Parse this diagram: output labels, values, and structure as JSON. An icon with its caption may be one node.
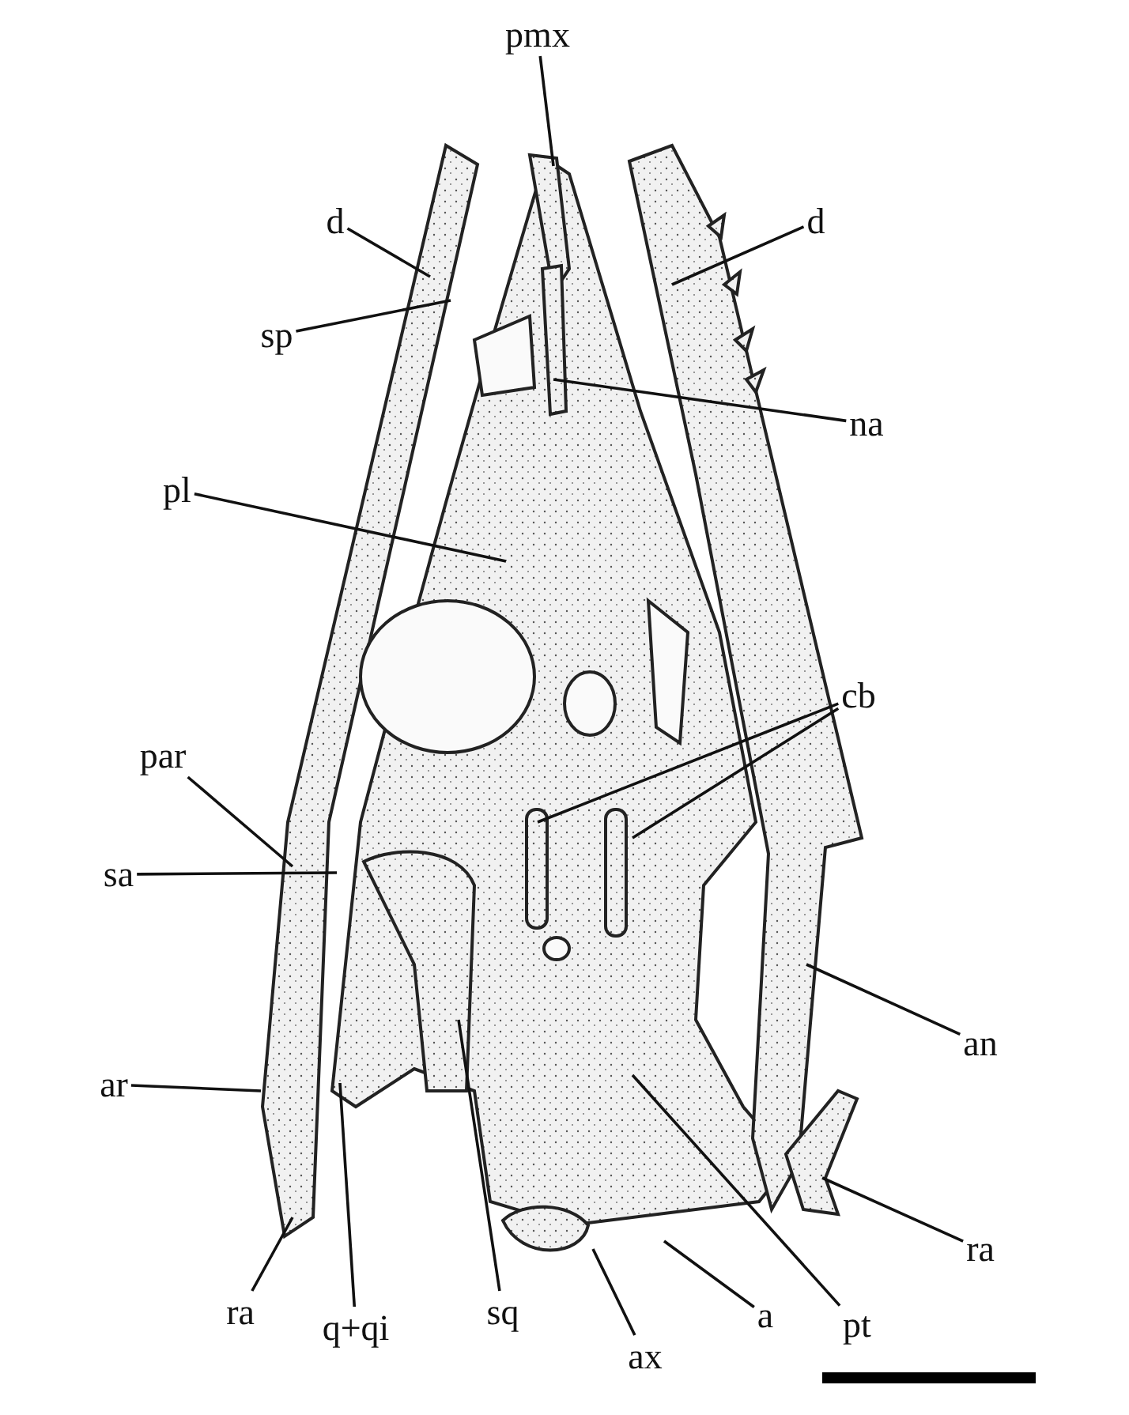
{
  "diagram": {
    "nodes": [
      {
        "text": [
          "pmx"
        ]
      },
      {
        "text": [
          "d"
        ]
      },
      {
        "text": [
          "d"
        ]
      },
      {
        "text": [
          "sp"
        ]
      },
      {
        "text": [
          "na"
        ]
      },
      {
        "text": [
          "pl"
        ]
      },
      {
        "text": [
          "cb"
        ]
      },
      {
        "text": [
          "par"
        ]
      },
      {
        "text": [
          "sa"
        ]
      },
      {
        "text": [
          "an"
        ]
      },
      {
        "text": [
          "ar"
        ]
      },
      {
        "text": [
          "ra"
        ]
      },
      {
        "text": [
          "ra"
        ]
      },
      {
        "text": [
          "q+qi"
        ]
      },
      {
        "text": [
          "sq"
        ]
      },
      {
        "text": [
          "ax"
        ]
      },
      {
        "text": [
          "a"
        ]
      },
      {
        "text": [
          "pt"
        ]
      }
    ],
    "edges": [
      {
        "from": 0,
        "to": null,
        "arrow": "none"
      },
      {
        "from": 1,
        "to": null,
        "arrow": "none"
      },
      {
        "from": 2,
        "to": null,
        "arrow": "none"
      },
      {
        "from": 3,
        "to": null,
        "arrow": "none"
      },
      {
        "from": 4,
        "to": null,
        "arrow": "none"
      },
      {
        "from": 5,
        "to": null,
        "arrow": "none"
      },
      {
        "from": 6,
        "to": null,
        "arrow": "none"
      },
      {
        "from": 6,
        "to": null,
        "arrow": "none"
      },
      {
        "from": 7,
        "to": null,
        "arrow": "none"
      },
      {
        "from": 8,
        "to": null,
        "arrow": "none"
      },
      {
        "from": 9,
        "to": null,
        "arrow": "none"
      },
      {
        "from": 10,
        "to": null,
        "arrow": "none"
      },
      {
        "from": 11,
        "to": null,
        "arrow": "none"
      },
      {
        "from": 12,
        "to": null,
        "arrow": "none"
      },
      {
        "from": 13,
        "to": null,
        "arrow": "none"
      },
      {
        "from": 14,
        "to": null,
        "arrow": "none"
      },
      {
        "from": 15,
        "to": null,
        "arrow": "none"
      },
      {
        "from": 16,
        "to": null,
        "arrow": "none"
      },
      {
        "from": 17,
        "to": null,
        "arrow": "none"
      }
    ]
  }
}
